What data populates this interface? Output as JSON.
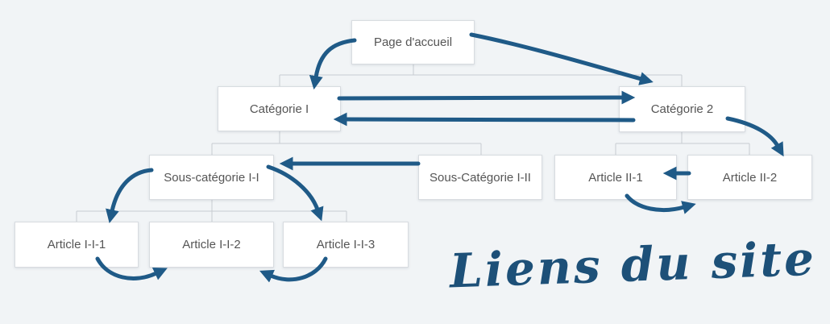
{
  "caption": {
    "text": "Liens du site"
  },
  "palette": {
    "background": "#f1f4f6",
    "arrow": "#1f5a87",
    "caption": "#1d5078",
    "connector": "#c7ccd1",
    "boxBorder": "#d8dce0",
    "boxText": "#555555"
  },
  "nodes": {
    "home": {
      "label": "Page d'accueil"
    },
    "cat1": {
      "label": "Catégorie I"
    },
    "cat2": {
      "label": "Catégorie 2"
    },
    "sub11": {
      "label": "Sous-catégorie I-I"
    },
    "sub12": {
      "label": "Sous-Catégorie I-II"
    },
    "art21": {
      "label": "Article II-1"
    },
    "art22": {
      "label": "Article II-2"
    },
    "art111": {
      "label": "Article I-I-1"
    },
    "art112": {
      "label": "Article I-I-2"
    },
    "art113": {
      "label": "Article I-I-3"
    }
  },
  "links": [
    {
      "from": "Page d'accueil",
      "to": "Catégorie I"
    },
    {
      "from": "Page d'accueil",
      "to": "Catégorie 2"
    },
    {
      "from": "Catégorie I",
      "to": "Catégorie 2"
    },
    {
      "from": "Catégorie 2",
      "to": "Catégorie I"
    },
    {
      "from": "Sous-Catégorie I-II",
      "to": "Sous-catégorie I-I"
    },
    {
      "from": "Sous-catégorie I-I",
      "to": "Article I-I-1"
    },
    {
      "from": "Sous-catégorie I-I",
      "to": "Article I-I-3"
    },
    {
      "from": "Article I-I-1",
      "to": "Article I-I-2"
    },
    {
      "from": "Article I-I-3",
      "to": "Article I-I-2"
    },
    {
      "from": "Article II-2",
      "to": "Article II-1"
    },
    {
      "from": "Article II-1",
      "to": "Article II-2"
    },
    {
      "from": "Catégorie 2",
      "to": "Article II-2"
    }
  ]
}
